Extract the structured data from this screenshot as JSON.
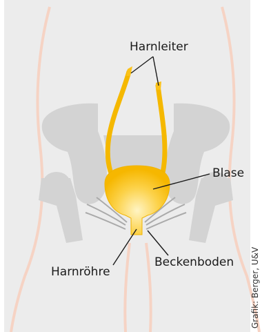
{
  "labels": {
    "ureters": "Harnleiter",
    "bladder": "Blase",
    "pelvic_floor": "Beckenboden",
    "urethra": "Harnröhre"
  },
  "credit": "Grafik: Berger, U&V",
  "colors": {
    "background": "#ececec",
    "bone": "#d3d3d3",
    "body_outline": "#f6d3c4",
    "organ": "#fbc21a",
    "organ_highlight": "#fff2b8",
    "muscle": "#aaaaaa",
    "leader": "#1a1a1a"
  }
}
